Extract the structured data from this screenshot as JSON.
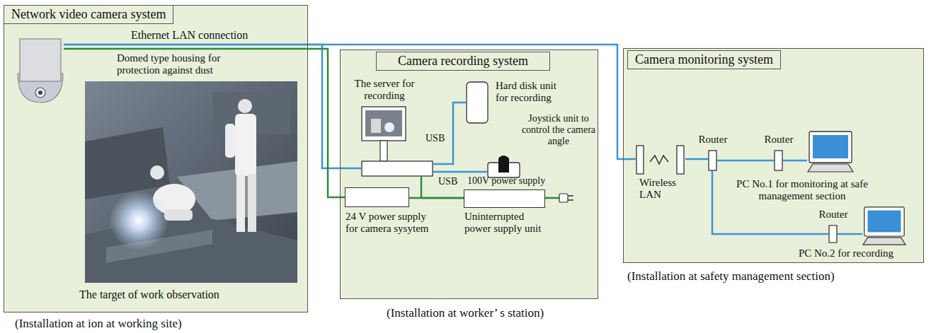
{
  "diagram": {
    "nodes": [
      {
        "text": [
          "Network video camera system",
          "(Installation at ion at working site)"
        ]
      },
      {
        "text": [
          "Domed type housing for protection against dust"
        ],
        "in": 0
      },
      {
        "text": [
          "Camera recording system",
          "(Installation at worker’ s station)"
        ]
      },
      {
        "text": [
          "The server for recording"
        ],
        "in": 2
      },
      {
        "text": [
          "Hard disk unit for recording"
        ],
        "in": 2
      },
      {
        "text": [
          "Joystick unit to control the camera angle"
        ],
        "in": 2
      },
      {
        "text": [
          "24 V power supply for camera sysytem"
        ],
        "in": 2
      },
      {
        "text": [
          "Uninterrupted power supply unit"
        ],
        "in": 2
      },
      {
        "text": [
          "Camera monitoring system",
          "(Installation at safety management section)"
        ]
      },
      {
        "text": [
          "Wireless LAN"
        ],
        "in": 8
      },
      {
        "text": [
          "Router"
        ],
        "in": 8
      },
      {
        "text": [
          "Router"
        ],
        "in": 8
      },
      {
        "text": [
          "PC No.1 for monitoring at safe management section"
        ],
        "in": 8
      },
      {
        "text": [
          "Router"
        ],
        "in": 8
      },
      {
        "text": [
          "PC No.2 for recording"
        ],
        "in": 8
      }
    ],
    "edges": [
      {
        "from": 1,
        "to": 9,
        "arrow": "none",
        "label": "Ethernet LAN connection"
      },
      {
        "from": 1,
        "to": 3,
        "arrow": "none"
      },
      {
        "from": 1,
        "to": 6,
        "arrow": "none"
      },
      {
        "from": 3,
        "to": 4,
        "arrow": "none",
        "label": "USB"
      },
      {
        "from": 3,
        "to": 5,
        "arrow": "none",
        "label": "USB"
      },
      {
        "from": 3,
        "to": 7,
        "arrow": "none"
      },
      {
        "from": 6,
        "to": 7,
        "arrow": "none"
      },
      {
        "from": 9,
        "to": 10,
        "arrow": "none"
      },
      {
        "from": 10,
        "to": 11,
        "arrow": "none"
      },
      {
        "from": 11,
        "to": 12,
        "arrow": "none"
      },
      {
        "from": 10,
        "to": 13,
        "arrow": "none"
      },
      {
        "from": 13,
        "to": 14,
        "arrow": "none"
      }
    ],
    "labels": [
      "The target of work observation",
      "100V power supply"
    ]
  }
}
